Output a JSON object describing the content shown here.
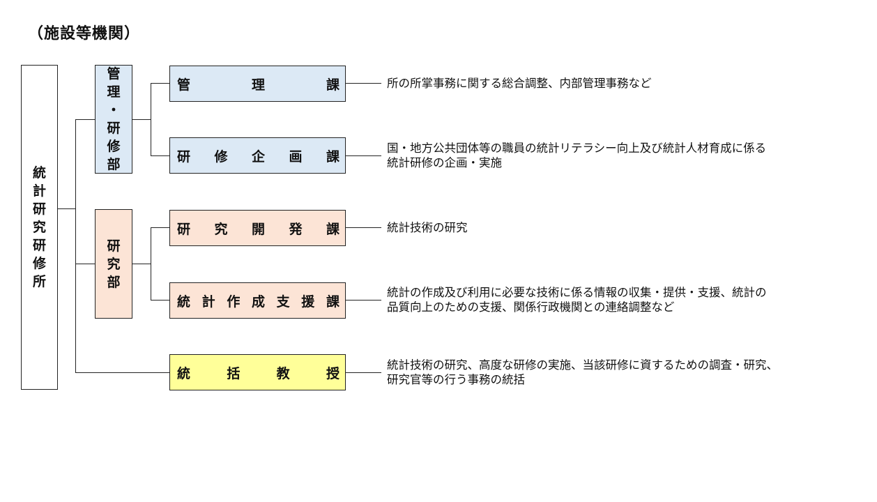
{
  "heading": "（施設等機関）",
  "colors": {
    "blue_fill": "#dce9f5",
    "peach_fill": "#fce4d6",
    "yellow_fill": "#ffff99",
    "white_fill": "#ffffff"
  },
  "institute": {
    "chars": [
      "統",
      "計",
      "研",
      "究",
      "研",
      "修",
      "所"
    ]
  },
  "divisions": [
    {
      "chars": [
        "管",
        "理",
        "・",
        "研",
        "修",
        "部"
      ]
    },
    {
      "chars": [
        "研",
        "究",
        "部"
      ]
    }
  ],
  "departments": [
    {
      "chars": [
        "管",
        "理",
        "課"
      ],
      "desc": [
        "所の所掌事務に関する総合調整、内部管理事務など"
      ]
    },
    {
      "chars": [
        "研",
        "修",
        "企",
        "画",
        "課"
      ],
      "desc": [
        "国・地方公共団体等の職員の統計リテラシー向上及び統計人材育成に係る",
        "統計研修の企画・実施"
      ]
    },
    {
      "chars": [
        "研",
        "究",
        "開",
        "発",
        "課"
      ],
      "desc": [
        "統計技術の研究"
      ]
    },
    {
      "chars": [
        "統",
        "計",
        "作",
        "成",
        "支",
        "援",
        "課"
      ],
      "desc": [
        "統計の作成及び利用に必要な技術に係る情報の収集・提供・支援、統計の",
        "品質向上のための支援、関係行政機関との連絡調整など"
      ]
    },
    {
      "chars": [
        "統",
        "括",
        "教",
        "授"
      ],
      "desc": [
        "統計技術の研究、高度な研修の実施、当該研修に資するための調査・研究、",
        "研究官等の行う事務の統括"
      ]
    }
  ]
}
